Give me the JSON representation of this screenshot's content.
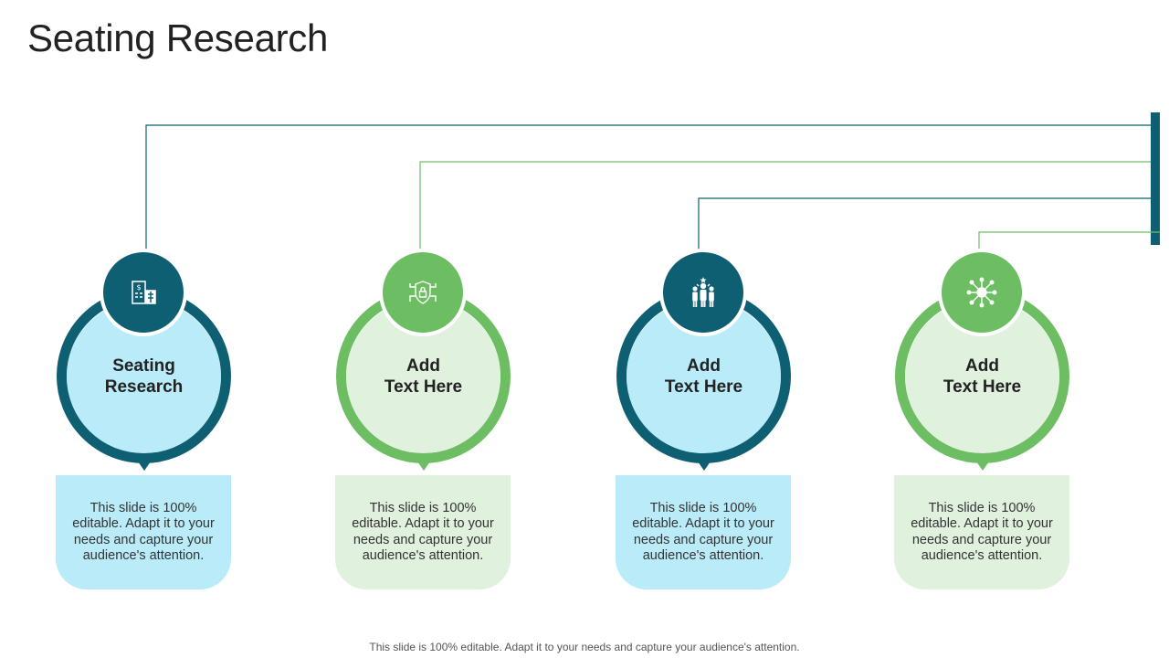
{
  "slide": {
    "title": "Seating Research",
    "footer": "This slide is 100% editable. Adapt it to your needs and capture your audience's attention."
  },
  "colors": {
    "teal": "#0f5f73",
    "green": "#6dbe63",
    "light_blue": "#b9ecf8",
    "light_green": "#e0f1de"
  },
  "items": [
    {
      "label": "Seating\nResearch",
      "icon": "financial-building-icon",
      "description": "This slide is 100% editable. Adapt it to your needs and capture your audience's attention."
    },
    {
      "label": "Add\nText Here",
      "icon": "shield-lock-network-icon",
      "description": "This slide is 100% editable. Adapt it to your needs and capture your audience's attention."
    },
    {
      "label": "Add\nText Here",
      "icon": "team-success-icon",
      "description": "This slide is 100% editable. Adapt it to your needs and capture your audience's attention."
    },
    {
      "label": "Add\nText Here",
      "icon": "network-hub-icon",
      "description": "This slide is 100% editable. Adapt it to your needs and capture your audience's attention."
    }
  ]
}
